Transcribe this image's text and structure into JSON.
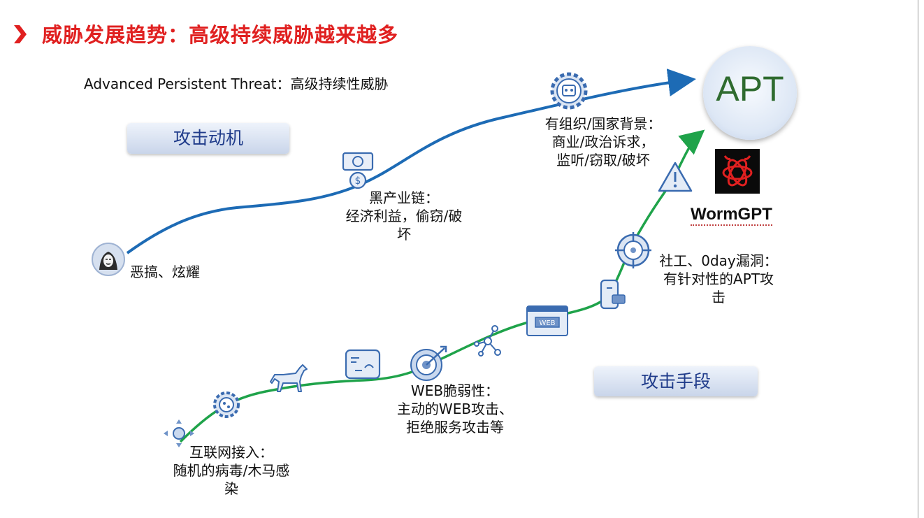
{
  "slide": {
    "title": "威胁发展趋势：高级持续威胁越来越多",
    "subtitle": "Advanced Persistent Threat：高级持续性威胁",
    "pill_motivation": "攻击动机",
    "pill_methods": "攻击手段",
    "apt": "APT",
    "wormgpt": "WormGPT"
  },
  "motivation_stages": [
    {
      "lines": [
        "恶搞、炫耀"
      ]
    },
    {
      "lines": [
        "黑产业链：",
        "经济利益，偷窃/破",
        "坏"
      ]
    },
    {
      "lines": [
        "有组织/国家背景：",
        "商业/政治诉求，",
        "监听/窃取/破坏"
      ]
    }
  ],
  "method_stages": [
    {
      "lines": [
        "互联网接入：",
        "随机的病毒/木马感",
        "染"
      ]
    },
    {
      "lines": [
        "WEB脆弱性：",
        "主动的WEB攻击、",
        "拒绝服务攻击等"
      ]
    },
    {
      "lines": [
        "社工、0day漏洞：",
        "有针对性的APT攻",
        "击"
      ]
    }
  ],
  "icons": {
    "web_badge": "WEB"
  },
  "colors": {
    "title": "#e02020",
    "motivation_curve": "#1d6bb5",
    "methods_curve": "#1fa34a",
    "pill_text": "#1f3b8a"
  }
}
